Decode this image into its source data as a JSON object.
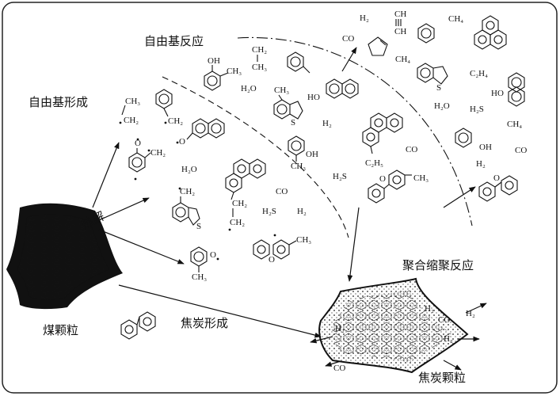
{
  "labels": {
    "radical_formation": "自由基形成",
    "radical_reaction": "自由基反应",
    "pyrolysis": "热解",
    "coal_particle": "煤颗粒",
    "char_formation": "焦炭形成",
    "polycondensation": "聚合缩聚反应",
    "char_particle": "焦炭颗粒"
  },
  "species": {
    "h2": "H₂",
    "h2o": "H₂O",
    "h2s": "H₂S",
    "co": "CO",
    "ch4": "CH₄",
    "c2h4": "C₂H₄",
    "c2h5": "C₂H₅",
    "ch3": "CH₃",
    "ch2": "CH₂",
    "ch": "CH",
    "oh": "OH",
    "ho": "HO",
    "o": "O",
    "s": "S"
  },
  "colors": {
    "ink": "#111111",
    "frame": "#222222",
    "background": "#ffffff"
  }
}
